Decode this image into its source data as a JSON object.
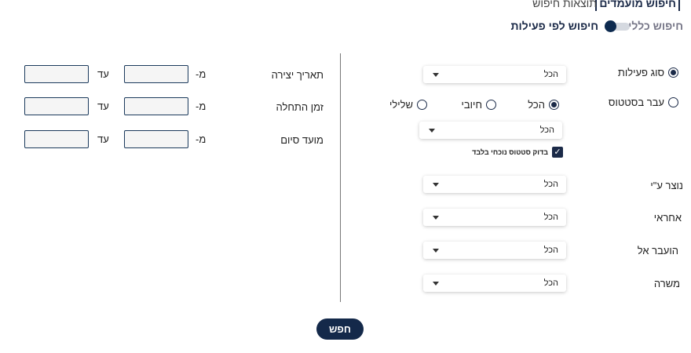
{
  "tabs": [
    {
      "label": "חיפוש מועמדים"
    },
    {
      "label": "תוצאות חיפוש"
    }
  ],
  "toggle": {
    "off_label": "חיפוש כללי",
    "on_label": "חיפוש לפי פעילות",
    "state": "on"
  },
  "right": {
    "radio_activity_type": "סוג פעילות",
    "radio_status": "עבר בסטטוס",
    "activity_type_value": "הכל",
    "status_options": [
      {
        "label": "הכל",
        "checked": true
      },
      {
        "label": "חיובי",
        "checked": false
      },
      {
        "label": "שלילי",
        "checked": false
      }
    ],
    "status_value": "הכל",
    "current_status_checkbox": "בדוק סטטוס נוכחי בלבד",
    "fields": [
      {
        "label": "נוצר ע\"י",
        "value": "הכל"
      },
      {
        "label": "אחראי",
        "value": "הכל"
      },
      {
        "label": "הועבר אל",
        "value": "הכל"
      },
      {
        "label": "משרה",
        "value": "הכל"
      }
    ]
  },
  "left": {
    "from_label": "מ-",
    "to_label": "עד",
    "fields": [
      {
        "label": "תאריך יצירה"
      },
      {
        "label": "זמן התחלה"
      },
      {
        "label": "מועד סיום"
      }
    ]
  },
  "search_button": "חפש"
}
